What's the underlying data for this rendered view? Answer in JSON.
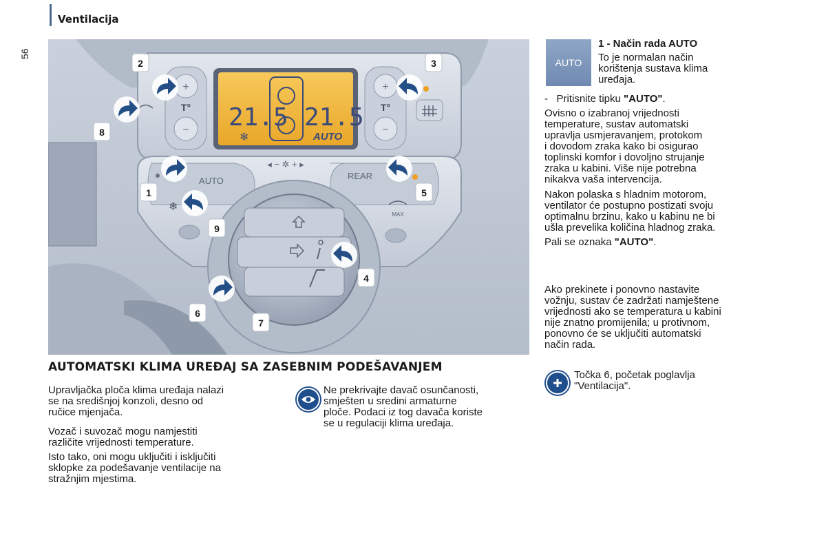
{
  "header": {
    "section_title": "Ventilacija",
    "page_number": "56"
  },
  "illustration": {
    "display": {
      "left_temp": "21.5",
      "right_temp": "21.5",
      "mode": "AUTO"
    },
    "panel_labels": {
      "auto": "AUTO",
      "rear": "REAR",
      "max": "MAX",
      "temp_left": "T°",
      "temp_right": "T°",
      "plus": "+",
      "minus": "−"
    },
    "callouts": [
      "1",
      "2",
      "3",
      "4",
      "5",
      "6",
      "7",
      "8",
      "9"
    ]
  },
  "heading": "AUTOMATSKI KLIMA UREĐAJ SA ZASEBNIM PODEŠAVANJEM",
  "left_column": {
    "p1": [
      "Upravljačka ploča klima uređaja nalazi",
      "se na središnjoj konzoli, desno od",
      "ručice mjenjača."
    ],
    "p2": [
      "Vozač i suvozač mogu namjestiti",
      "različite vrijednosti temperature."
    ],
    "p3": [
      "Isto tako, oni mogu uključiti i isključiti",
      "sklopke za podešavanje ventilacije na",
      "stražnjim mjestima."
    ]
  },
  "middle_column": {
    "note": [
      "Ne prekrivajte davač osunčanosti,",
      "smješten u sredini armaturne",
      "ploče. Podaci iz tog davača koriste",
      "se u regulaciji klima uređaja."
    ]
  },
  "right_column": {
    "badge": "AUTO",
    "title": "1 - Način rada AUTO",
    "intro": [
      "To je normalan način",
      "korištenja sustava klima",
      "uređaja."
    ],
    "step_prefix": "-   Pritisnite tipku ",
    "step_key": "\"AUTO\"",
    "step_suffix": ".",
    "p1": [
      "Ovisno o izabranoj vrijednosti",
      "temperature, sustav automatski",
      "upravlja usmjeravanjem, protokom",
      "i dovodom zraka kako bi osigurao",
      "toplinski komfor i dovoljno strujanje",
      "zraka u kabini. Više nije potrebna",
      "nikakva vaša intervencija."
    ],
    "p2": [
      "Nakon polaska s hladnim motorom,",
      "ventilator će postupno postizati svoju",
      "optimalnu brzinu, kako u kabinu ne bi",
      "ušla prevelika količina hladnog zraka."
    ],
    "p3_prefix": "Pali se oznaka ",
    "p3_key": "\"AUTO\"",
    "p3_suffix": ".",
    "p4": [
      "Ako prekinete i ponovno nastavite",
      "vožnju, sustav će zadržati namještene",
      "vrijednosti ako se temperatura u kabini",
      "nije znatno promijenila; u protivnom,",
      "ponovno će se uključiti automatski",
      "način rada."
    ],
    "ref": [
      "Točka 6, početak poglavlja",
      "\"Ventilacija\"."
    ]
  },
  "icons": {
    "note_icon": "eye-icon",
    "ref_icon": "plus-circle-icon"
  },
  "colors": {
    "accent": "#1f4e8c",
    "display": "#f2b73a",
    "badge": "#7d97bc"
  }
}
